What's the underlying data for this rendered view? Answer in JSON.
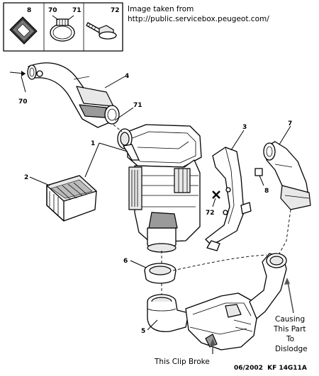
{
  "source_note": {
    "line1": "Image taken from",
    "line2": "http://public.servicebox.peugeot.com/"
  },
  "legend_box": {
    "items": [
      {
        "ref": "8",
        "icon": "foam-pad-icon"
      },
      {
        "ref": "70",
        "icon": "hose-clamp-icon"
      },
      {
        "ref": "71",
        "icon": "hose-clamp-icon"
      },
      {
        "ref": "72",
        "icon": "bolt-icon"
      }
    ]
  },
  "callouts": {
    "c1": "1",
    "c2": "2",
    "c3": "3",
    "c4": "4",
    "c5": "5",
    "c6": "6",
    "c7": "7",
    "c8": "8",
    "c70": "70",
    "c71": "71",
    "c72": "72"
  },
  "annotations": {
    "clip_broke": "This Clip Broke",
    "causing_line1": "Causing",
    "causing_line2": "This Part",
    "causing_line3": "To",
    "causing_line4": "Dislodge"
  },
  "reference": "06/2002  KF 14G11A"
}
